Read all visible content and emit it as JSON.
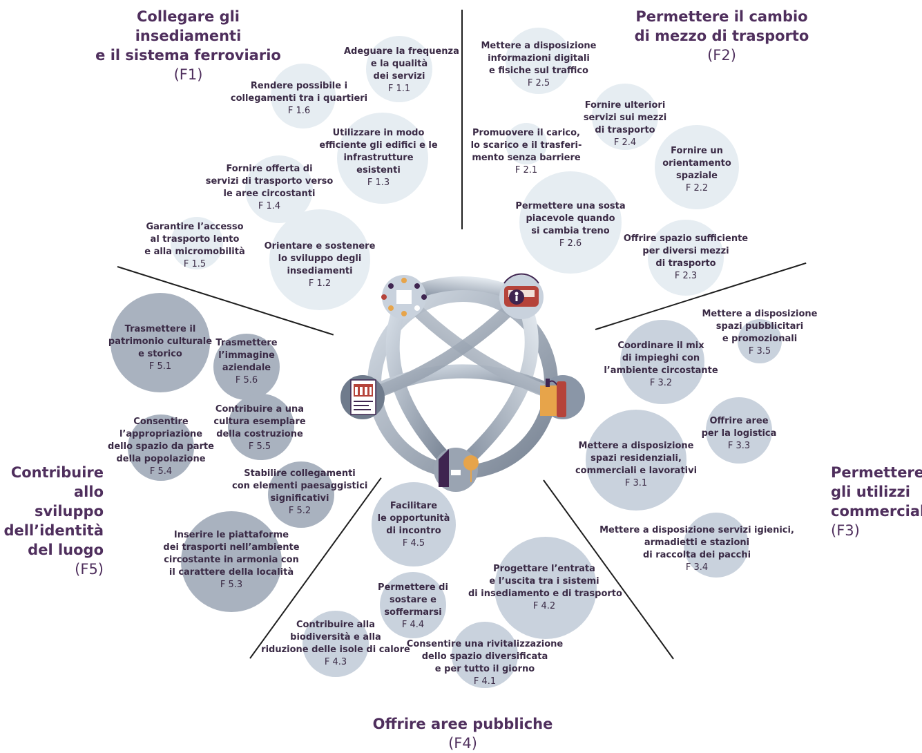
{
  "colors": {
    "title": "#4f2f5d",
    "text": "#3a2a45",
    "bubble_light": "#e6edf2",
    "bubble_mid": "#c9d2dd",
    "bubble_dark": "#a9b2bf",
    "ring": "#9aa4b2",
    "accent_purple": "#3f2550",
    "accent_orange": "#e7a44a",
    "accent_red": "#b5433a"
  },
  "sectors": {
    "f1": {
      "title_line1": "Collegare gli insediamenti",
      "title_line2": "e il sistema ferroviario",
      "code": "(F1)"
    },
    "f2": {
      "title_line1": "Permettere il cambio",
      "title_line2": "di mezzo di trasporto",
      "code": "(F2)"
    },
    "f3": {
      "title_line1": "Permettere",
      "title_line2": "gli utilizzi",
      "title_line3": "commerciali",
      "code": "(F3)"
    },
    "f4": {
      "title_line1": "Offrire aree pubbliche",
      "code": "(F4)"
    },
    "f5": {
      "title_line1": "Contribuire",
      "title_line2": "allo sviluppo",
      "title_line3": "dell’identità",
      "title_line4": "del luogo",
      "code": "(F5)"
    }
  },
  "items": {
    "f11": {
      "lines": [
        "Adeguare la frequenza",
        "e la qualità",
        "dei servizi"
      ],
      "code": "F 1.1"
    },
    "f12": {
      "lines": [
        "Orientare e sostenere",
        "lo sviluppo degli",
        "insediamenti"
      ],
      "code": "F 1.2"
    },
    "f13": {
      "lines": [
        "Utilizzare in modo",
        "efficiente gli edifici e le",
        "infrastrutture",
        "esistenti"
      ],
      "code": "F 1.3"
    },
    "f14": {
      "lines": [
        "Fornire offerta di",
        "servizi di trasporto verso",
        "le aree circostanti"
      ],
      "code": "F 1.4"
    },
    "f15": {
      "lines": [
        "Garantire l’accesso",
        "al trasporto lento",
        "e alla micromobilità"
      ],
      "code": "F 1.5"
    },
    "f16": {
      "lines": [
        "Rendere possibile i",
        "collegamenti tra i quartieri"
      ],
      "code": "F 1.6"
    },
    "f21": {
      "lines": [
        "Promuovere il carico,",
        "lo scarico e il trasferi-",
        "mento senza barriere"
      ],
      "code": "F 2.1"
    },
    "f22": {
      "lines": [
        "Fornire un",
        "orientamento",
        "spaziale"
      ],
      "code": "F 2.2"
    },
    "f23": {
      "lines": [
        "Offrire spazio sufficiente",
        "per diversi mezzi",
        "di trasporto"
      ],
      "code": "F 2.3"
    },
    "f24": {
      "lines": [
        "Fornire ulteriori",
        "servizi sui mezzi",
        "di trasporto"
      ],
      "code": "F 2.4"
    },
    "f25": {
      "lines": [
        "Mettere a disposizione",
        "informazioni digitali",
        "e fisiche sul traffico"
      ],
      "code": "F 2.5"
    },
    "f26": {
      "lines": [
        "Permettere una sosta",
        "piacevole quando",
        "si cambia treno"
      ],
      "code": "F 2.6"
    },
    "f31": {
      "lines": [
        "Mettere a disposizione",
        "spazi residenziali,",
        "commerciali e lavorativi"
      ],
      "code": "F 3.1"
    },
    "f32": {
      "lines": [
        "Coordinare il mix",
        "di impieghi con",
        "l’ambiente circostante"
      ],
      "code": "F 3.2"
    },
    "f33": {
      "lines": [
        "Offrire aree",
        "per la logistica"
      ],
      "code": "F 3.3"
    },
    "f34": {
      "lines": [
        "Mettere a disposizione servizi igienici,",
        "armadietti e stazioni",
        "di raccolta dei pacchi"
      ],
      "code": "F 3.4"
    },
    "f35": {
      "lines": [
        "Mettere a disposizione",
        "spazi pubblicitari",
        "e promozionali"
      ],
      "code": "F 3.5"
    },
    "f41": {
      "lines": [
        "Consentire una rivitalizzazione",
        "dello spazio diversificata",
        "e per tutto il giorno"
      ],
      "code": "F 4.1"
    },
    "f42": {
      "lines": [
        "Progettare l’entrata",
        "e l’uscita tra i sistemi",
        "di insediamento e di trasporto"
      ],
      "code": "F 4.2"
    },
    "f43": {
      "lines": [
        "Contribuire alla",
        "biodiversità e alla",
        "riduzione delle isole di calore"
      ],
      "code": "F 4.3"
    },
    "f44": {
      "lines": [
        "Permettere di",
        "sostare e",
        "soffermarsi"
      ],
      "code": "F 4.4"
    },
    "f45": {
      "lines": [
        "Facilitare",
        "le opportunità",
        "di incontro"
      ],
      "code": "F 4.5"
    },
    "f51": {
      "lines": [
        "Trasmettere il",
        "patrimonio culturale",
        "e storico"
      ],
      "code": "F 5.1"
    },
    "f52": {
      "lines": [
        "Stabilire collegamenti",
        "con elementi paesaggistici",
        "significativi"
      ],
      "code": "F 5.2"
    },
    "f53": {
      "lines": [
        "Inserire le piattaforme",
        "dei trasporti nell’ambiente",
        "circostante in armonia con",
        "il carattere della località"
      ],
      "code": "F 5.3"
    },
    "f54": {
      "lines": [
        "Consentire",
        "l’appropriazione",
        "dello spazio da parte",
        "della popolazione"
      ],
      "code": "F 5.4"
    },
    "f55": {
      "lines": [
        "Contribuire a una",
        "cultura esemplare",
        "della costruzione"
      ],
      "code": "F 5.5"
    },
    "f56": {
      "lines": [
        "Trasmettere",
        "l’immagine",
        "aziendale"
      ],
      "code": "F 5.6"
    }
  }
}
